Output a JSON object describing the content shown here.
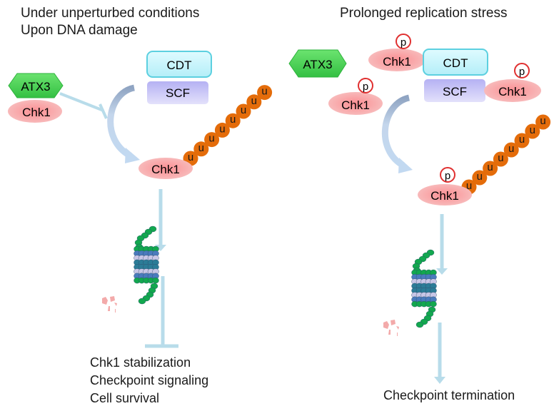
{
  "left_panel": {
    "title_lines": [
      "Under unperturbed conditions",
      "Upon DNA damage"
    ],
    "atx3_label": "ATX3",
    "chk1_bound_label": "Chk1",
    "cdt_label": "CDT",
    "scf_label": "SCF",
    "substrate_label": "Chk1",
    "ubiquitin_label": "u",
    "ubiquitin_count": 8,
    "inhibition_relation": "ATX3 inhibits CRL-mediated ubiquitination of Chk1",
    "outcome_lines": [
      "Chk1 stabilization",
      "Checkpoint signaling",
      "Cell survival"
    ],
    "outcome_relation": "inhibited"
  },
  "right_panel": {
    "title": "Prolonged  replication stress",
    "atx3_label": "ATX3",
    "chk1_labels": [
      "Chk1",
      "Chk1",
      "Chk1"
    ],
    "phospho_label": "p",
    "cdt_label": "CDT",
    "scf_label": "SCF",
    "substrate_label": "Chk1",
    "ubiquitin_label": "u",
    "ubiquitin_count": 8,
    "outcome_lines": [
      "Checkpoint termination"
    ],
    "outcome_relation": "promoted"
  },
  "colors": {
    "atx3_green": "#3fcf4f",
    "chk1_pink": "#f4a0a0",
    "cdt_cyan": "#c6f4fb",
    "cdt_border": "#5cd0e0",
    "scf_purple": "#c7c4f7",
    "ubiquitin_orange": "#e46c0a",
    "arrow_blue": "#b8dcea",
    "phospho_ring": "#e03030",
    "proteasome_green": "#12a84e",
    "proteasome_blue": "#4a7bbd",
    "proteasome_teal": "#2b7c97",
    "proteasome_lavender": "#c8c6e6",
    "fragments": "#f3aaaa"
  }
}
